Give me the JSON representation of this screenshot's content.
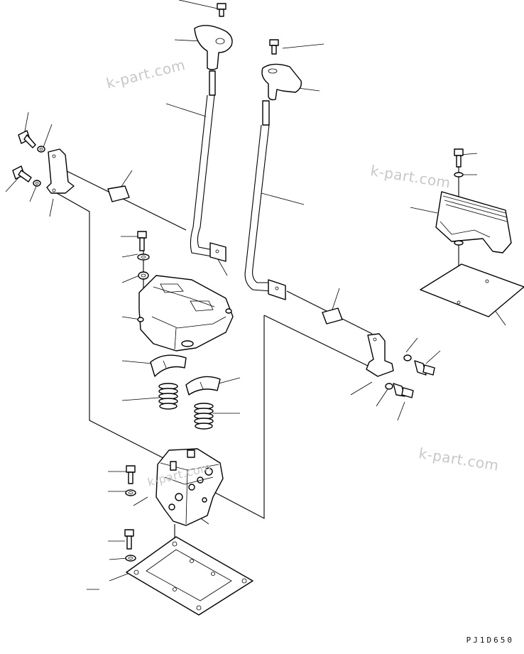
{
  "diagram": {
    "drawing_code": "PJ1D650",
    "watermarks": [
      "k-part.com",
      "k-part.com",
      "k-part.com",
      "k-part.com"
    ]
  },
  "icons": [
    "bolt-icon",
    "washer-icon",
    "knob-icon",
    "lever-icon",
    "boot-icon",
    "spring-icon",
    "valve-icon",
    "gasket-icon",
    "cover-icon",
    "plate-icon"
  ]
}
